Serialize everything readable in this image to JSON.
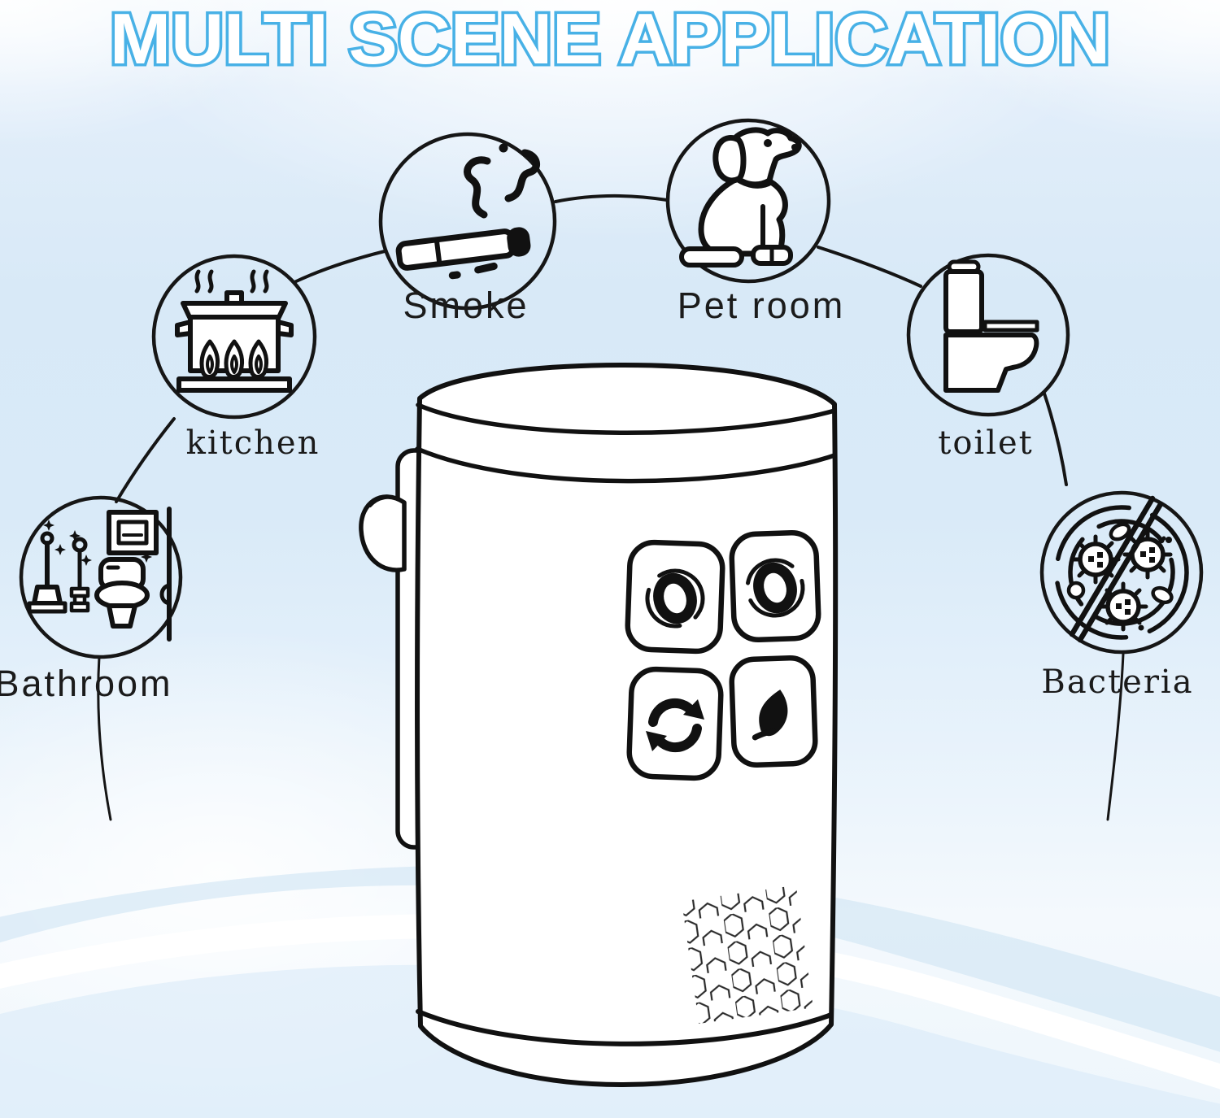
{
  "title": {
    "text": "MULTI SCENE APPLICATION"
  },
  "scenes": [
    {
      "label": "Smoke",
      "icon": "cigarette-smoke-icon"
    },
    {
      "label": "Pet room",
      "icon": "sitting-dog-icon"
    },
    {
      "label": "kitchen",
      "icon": "cooking-pot-flames-icon"
    },
    {
      "label": "toilet",
      "icon": "toilet-icon"
    },
    {
      "label": "Bathroom",
      "icon": "bathroom-cleaning-icon"
    },
    {
      "label": "Bacteria",
      "icon": "no-bacteria-icon"
    }
  ],
  "device": {
    "buttons": [
      {
        "icon": "fan-speed-dial-icon"
      },
      {
        "icon": "fan-speed-dial-icon"
      },
      {
        "icon": "auto-cycle-arrows-icon"
      },
      {
        "icon": "leaf-icon"
      }
    ],
    "features": [
      "honeycomb-speaker-grille",
      "wall-plug-prong"
    ]
  },
  "colors": {
    "title_outline": "#48b1e6",
    "line_ink": "#161616",
    "background_tint": "#d8e9f7",
    "wave_tint": "#cfe4f4"
  }
}
